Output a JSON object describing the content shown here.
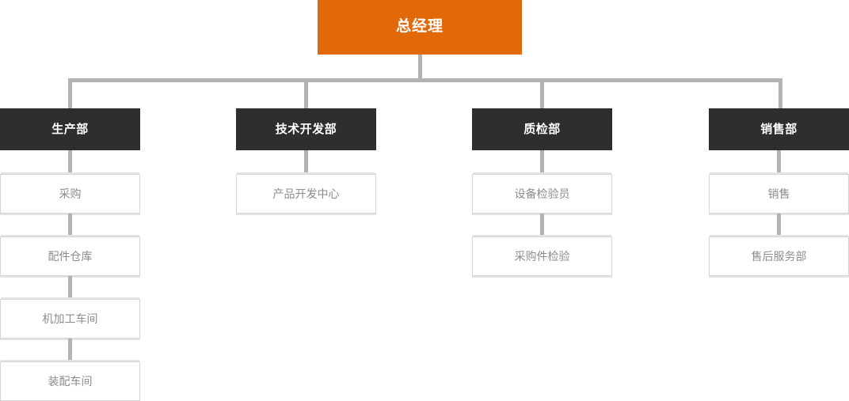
{
  "chart_title": "",
  "colors": {
    "root_fill": "#e2690a",
    "root_text": "#ffffff",
    "dept_fill": "#2e2e2e",
    "dept_text": "#ffffff",
    "sub_fill": "#ffffff",
    "sub_text": "#8c8c8c",
    "sub_border": "#d6d6d6",
    "connector": "#b3b3b3",
    "background": "#ffffff"
  },
  "root": {
    "label": "总经理"
  },
  "departments": [
    {
      "label": "生产部",
      "children": [
        {
          "label": "采购"
        },
        {
          "label": "配件仓库"
        },
        {
          "label": "机加工车间"
        },
        {
          "label": "装配车间"
        }
      ]
    },
    {
      "label": "技术开发部",
      "children": [
        {
          "label": "产品开发中心"
        }
      ]
    },
    {
      "label": "质检部",
      "children": [
        {
          "label": "设备检验员"
        },
        {
          "label": "采购件检验"
        }
      ]
    },
    {
      "label": "销售部",
      "children": [
        {
          "label": "销售"
        },
        {
          "label": "售后服务部"
        }
      ]
    }
  ]
}
